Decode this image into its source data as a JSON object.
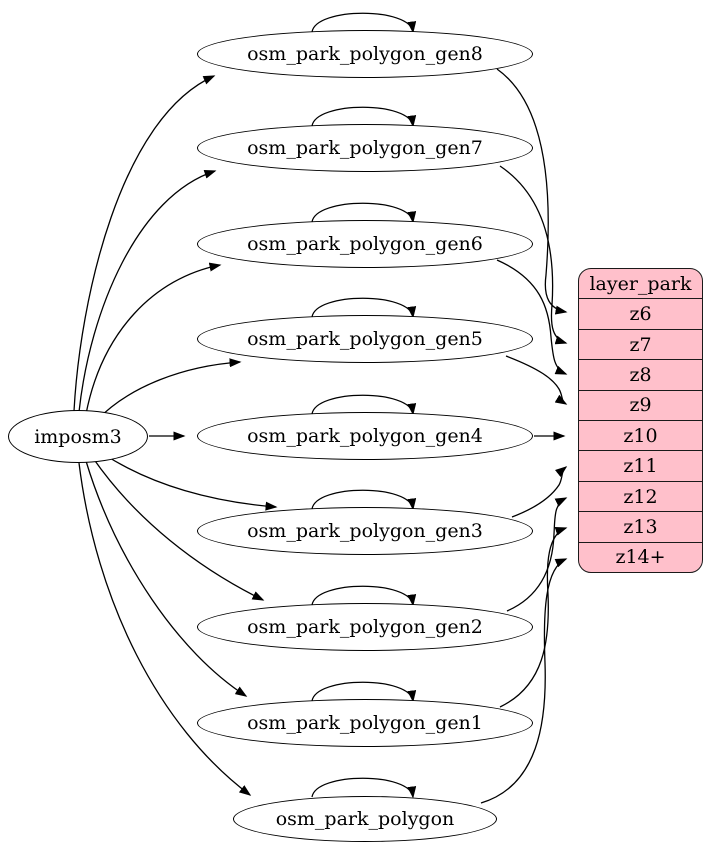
{
  "diagram": {
    "source": {
      "label": "imposm3"
    },
    "tables": [
      {
        "label": "osm_park_polygon_gen8"
      },
      {
        "label": "osm_park_polygon_gen7"
      },
      {
        "label": "osm_park_polygon_gen6"
      },
      {
        "label": "osm_park_polygon_gen5"
      },
      {
        "label": "osm_park_polygon_gen4"
      },
      {
        "label": "osm_park_polygon_gen3"
      },
      {
        "label": "osm_park_polygon_gen2"
      },
      {
        "label": "osm_park_polygon_gen1"
      },
      {
        "label": "osm_park_polygon"
      }
    ],
    "layer": {
      "title": "layer_park",
      "rows": [
        "z6",
        "z7",
        "z8",
        "z9",
        "z10",
        "z11",
        "z12",
        "z13",
        "z14+"
      ]
    },
    "colors": {
      "layer_fill": "#ffc0cb",
      "node_fill": "#ffffff",
      "stroke": "#000000"
    },
    "edges": [
      {
        "from": "imposm3",
        "to": "osm_park_polygon_gen8"
      },
      {
        "from": "imposm3",
        "to": "osm_park_polygon_gen7"
      },
      {
        "from": "imposm3",
        "to": "osm_park_polygon_gen6"
      },
      {
        "from": "imposm3",
        "to": "osm_park_polygon_gen5"
      },
      {
        "from": "imposm3",
        "to": "osm_park_polygon_gen4"
      },
      {
        "from": "imposm3",
        "to": "osm_park_polygon_gen3"
      },
      {
        "from": "imposm3",
        "to": "osm_park_polygon_gen2"
      },
      {
        "from": "imposm3",
        "to": "osm_park_polygon_gen1"
      },
      {
        "from": "imposm3",
        "to": "osm_park_polygon"
      },
      {
        "from": "osm_park_polygon_gen8",
        "to": "osm_park_polygon_gen8"
      },
      {
        "from": "osm_park_polygon_gen7",
        "to": "osm_park_polygon_gen7"
      },
      {
        "from": "osm_park_polygon_gen6",
        "to": "osm_park_polygon_gen6"
      },
      {
        "from": "osm_park_polygon_gen5",
        "to": "osm_park_polygon_gen5"
      },
      {
        "from": "osm_park_polygon_gen4",
        "to": "osm_park_polygon_gen4"
      },
      {
        "from": "osm_park_polygon_gen3",
        "to": "osm_park_polygon_gen3"
      },
      {
        "from": "osm_park_polygon_gen2",
        "to": "osm_park_polygon_gen2"
      },
      {
        "from": "osm_park_polygon_gen1",
        "to": "osm_park_polygon_gen1"
      },
      {
        "from": "osm_park_polygon",
        "to": "osm_park_polygon"
      },
      {
        "from": "osm_park_polygon_gen8",
        "to": "z6"
      },
      {
        "from": "osm_park_polygon_gen7",
        "to": "z7"
      },
      {
        "from": "osm_park_polygon_gen6",
        "to": "z8"
      },
      {
        "from": "osm_park_polygon_gen5",
        "to": "z9"
      },
      {
        "from": "osm_park_polygon_gen4",
        "to": "z10"
      },
      {
        "from": "osm_park_polygon_gen3",
        "to": "z11"
      },
      {
        "from": "osm_park_polygon_gen2",
        "to": "z12"
      },
      {
        "from": "osm_park_polygon_gen1",
        "to": "z13"
      },
      {
        "from": "osm_park_polygon",
        "to": "z14+"
      }
    ]
  }
}
